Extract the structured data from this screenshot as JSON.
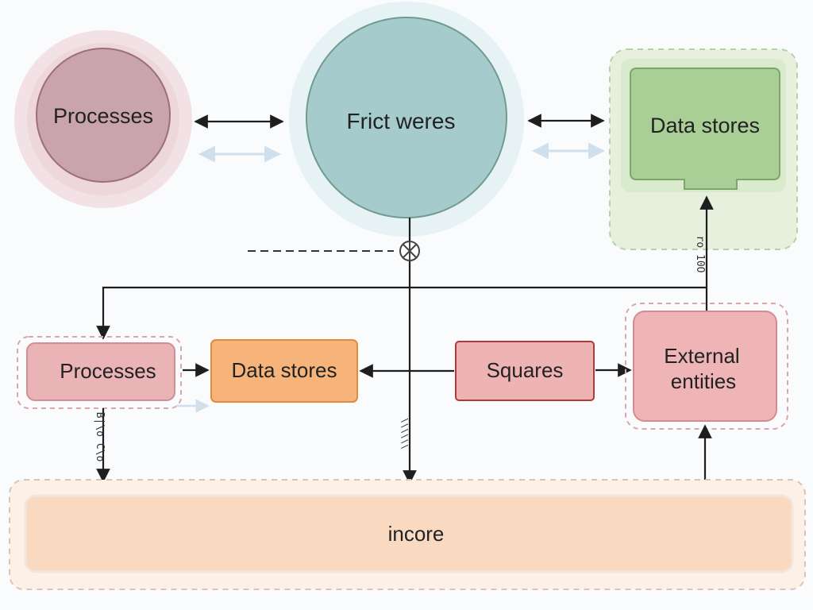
{
  "diagram": {
    "nodes": {
      "processes_circle": {
        "label": "Processes",
        "fill": "#c9a4ac",
        "stroke": "#9c6f7a",
        "halo": "#f1dcdf"
      },
      "center_circle": {
        "label": "Frict weres",
        "fill": "#a6cbcc",
        "stroke": "#6f9c8f",
        "halo": "#e3f0f2"
      },
      "data_stores_top": {
        "label": "Data stores",
        "fill": "#a9cf96",
        "stroke": "#7ba86a",
        "halo": "#e6f0dd"
      },
      "processes_box": {
        "label": "Processes",
        "fill": "#eab3b6",
        "stroke": "#cf8f94"
      },
      "data_stores_box": {
        "label": "Data stores",
        "fill": "#f6b47a",
        "stroke": "#e08b3f"
      },
      "squares_box": {
        "label": "Squares",
        "fill": "#eeb4b4",
        "stroke": "#b03a3a"
      },
      "external_box": {
        "label_line1": "External",
        "label_line2": "entities",
        "fill": "#eeb4b6",
        "stroke": "#d48c90"
      },
      "incore_bar": {
        "label": "incore",
        "fill": "#f9d9bf",
        "stroke": "#e5b99a"
      }
    },
    "annotations": {
      "right_vertical": "ro 10O",
      "left_vertical": "B|\\o C\\o",
      "center_vertical": "\\\\\\\\\\\\"
    },
    "colors": {
      "arrow": "#1e1e1e",
      "faint_arrow": "#cfe0ec",
      "junction": "#ffffff"
    }
  }
}
